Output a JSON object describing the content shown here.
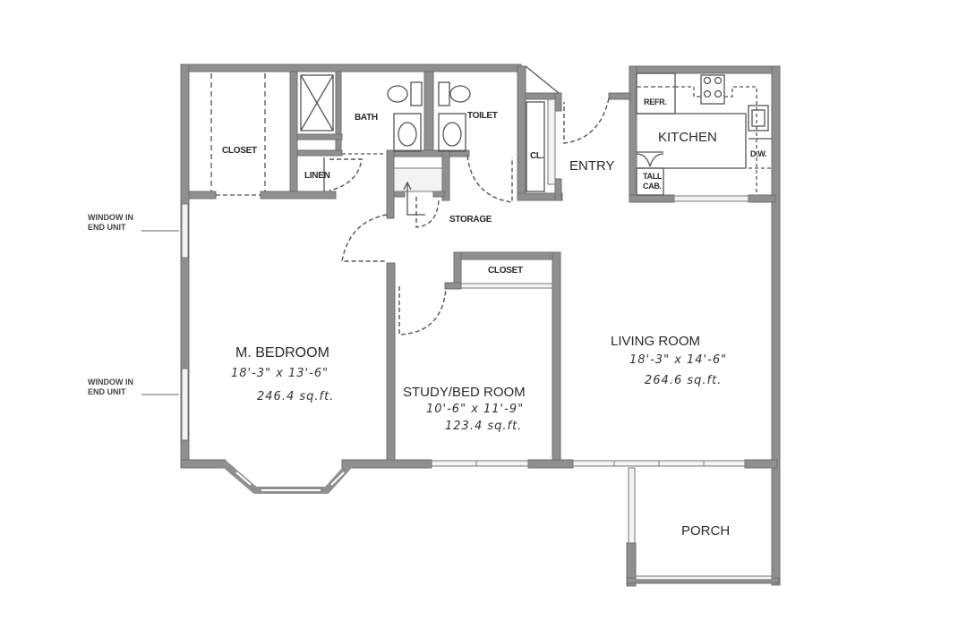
{
  "plan": {
    "rooms": {
      "closet_master": "CLOSET",
      "bath": "BATH",
      "toilet": "TOILET",
      "linen": "LINEN",
      "storage": "STORAGE",
      "closet_entry": "CL.",
      "entry": "ENTRY",
      "kitchen": "KITCHEN",
      "refrigerator": "REFR.",
      "dishwasher": "D.W.",
      "tall_cabinet_1": "TALL",
      "tall_cabinet_2": "CAB.",
      "closet_study": "CLOSET",
      "porch": "PORCH"
    },
    "master_bedroom": {
      "name": "M. BEDROOM",
      "dimensions": "18'-3\" x 13'-6\"",
      "area": "246.4 sq.ft."
    },
    "study": {
      "name": "STUDY/BED ROOM",
      "dimensions": "10'-6\" x 11'-9\"",
      "area": "123.4 sq.ft."
    },
    "living_room": {
      "name": "LIVING ROOM",
      "dimensions": "18'-3\" x 14'-6\"",
      "area": "264.6 sq.ft."
    },
    "notes": {
      "window_1_line1": "WINDOW IN",
      "window_1_line2": "END UNIT",
      "window_2_line1": "WINDOW IN",
      "window_2_line2": "END UNIT"
    },
    "colors": {
      "wall": "#8a8a8a",
      "line": "#555555"
    }
  }
}
